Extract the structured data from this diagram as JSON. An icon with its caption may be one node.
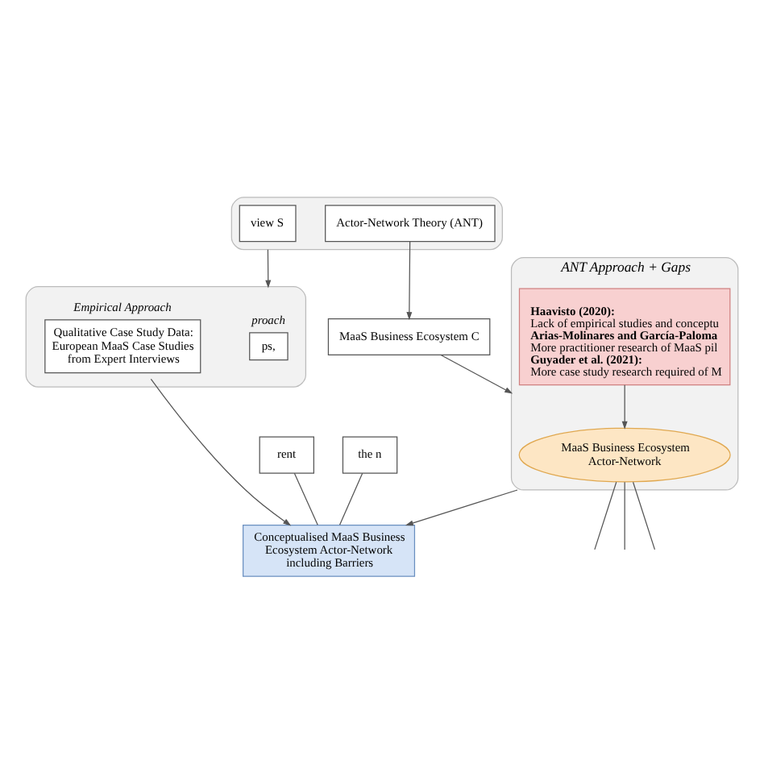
{
  "diagram": {
    "nodes": [
      {
        "text": [],
        "shape": "box"
      },
      {
        "text": [
          "view S"
        ],
        "in": 0
      },
      {
        "text": [
          "Actor-Network Theory (ANT)"
        ],
        "in": 0
      },
      {
        "text": [
          "MaaS Business Ecosystem C"
        ]
      },
      {
        "text": [],
        "shape": "box"
      },
      {
        "text": [
          "proach",
          "ps,"
        ],
        "in": 4
      },
      {
        "text": [
          "Empirical Approach",
          "Qualitative Case Study Data: European MaaS Case Studies from Expert Interviews"
        ],
        "in": 4
      },
      {
        "text": [
          "ANT Approach + Gaps"
        ]
      },
      {
        "text": [
          "MaaS Business Ecosystem Actor-Network"
        ],
        "in": 7
      },
      {
        "text": [
          "Haavisto (2020):",
          "Lack of empirical studies and conceptu",
          "Arias-Molinares and García-Paloma",
          "More practitioner research of MaaS pil",
          "Guyader et al. (2021):",
          "More case study research required of M"
        ],
        "in": 7
      },
      {
        "text": [
          "rent"
        ]
      },
      {
        "text": [
          "the n"
        ]
      },
      {
        "text": [
          "Conceptualised MaaS Business Ecosystem Actor-Network including Barriers"
        ]
      }
    ],
    "edges": [
      {
        "from": 2,
        "to": 3,
        "arrow": "to"
      },
      {
        "from": 0,
        "to": 4,
        "arrow": "to"
      },
      {
        "from": 3,
        "to": 7,
        "arrow": "to"
      },
      {
        "from": 6,
        "to": 12,
        "arrow": "to"
      },
      {
        "from": 7,
        "to": 12,
        "arrow": "to"
      },
      {
        "from": 9,
        "to": 8,
        "arrow": "to"
      },
      {
        "from": 8,
        "to": null,
        "arrow": "none"
      },
      {
        "from": 8,
        "to": null,
        "arrow": "none"
      },
      {
        "from": 8,
        "to": null,
        "arrow": "none"
      },
      {
        "from": 10,
        "to": 12,
        "arrow": "none"
      },
      {
        "from": 11,
        "to": 12,
        "arrow": "none"
      }
    ]
  }
}
